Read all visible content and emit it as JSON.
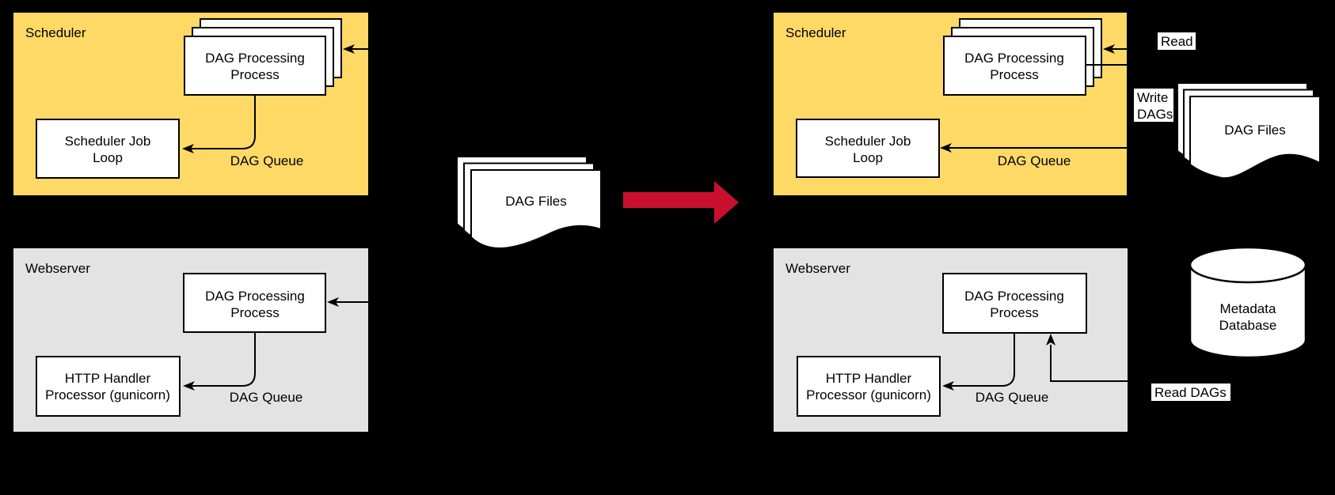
{
  "colors": {
    "background": "#000000",
    "scheduler_fill": "#FFD966",
    "webserver_fill": "#E3E3E3",
    "node_fill": "#FFFFFF",
    "outline": "#000000",
    "transition_arrow": "#C8102E"
  },
  "diagram": {
    "before": {
      "scheduler": {
        "title": "Scheduler",
        "dag_processing": [
          "DAG Processing",
          "Process"
        ],
        "job_loop": [
          "Scheduler Job",
          "Loop"
        ],
        "queue_label": "DAG Queue"
      },
      "webserver": {
        "title": "Webserver",
        "dag_processing": [
          "DAG Processing",
          "Process"
        ],
        "http_handler": [
          "HTTP Handler",
          "Processor (gunicorn)"
        ],
        "queue_label": "DAG Queue"
      },
      "dag_files": "DAG Files"
    },
    "after": {
      "scheduler": {
        "title": "Scheduler",
        "dag_processing": [
          "DAG Processing",
          "Process"
        ],
        "job_loop": [
          "Scheduler Job",
          "Loop"
        ],
        "queue_label": "DAG Queue"
      },
      "webserver": {
        "title": "Webserver",
        "dag_processing": [
          "DAG Processing",
          "Process"
        ],
        "http_handler": [
          "HTTP Handler",
          "Processor (gunicorn)"
        ],
        "queue_label": "DAG Queue"
      },
      "dag_files": "DAG Files",
      "metadata_db": [
        "Metadata",
        "Database"
      ],
      "labels": {
        "read": "Read",
        "write_dags": [
          "Write",
          "DAGs"
        ],
        "read_dags": "Read DAGs"
      }
    }
  }
}
